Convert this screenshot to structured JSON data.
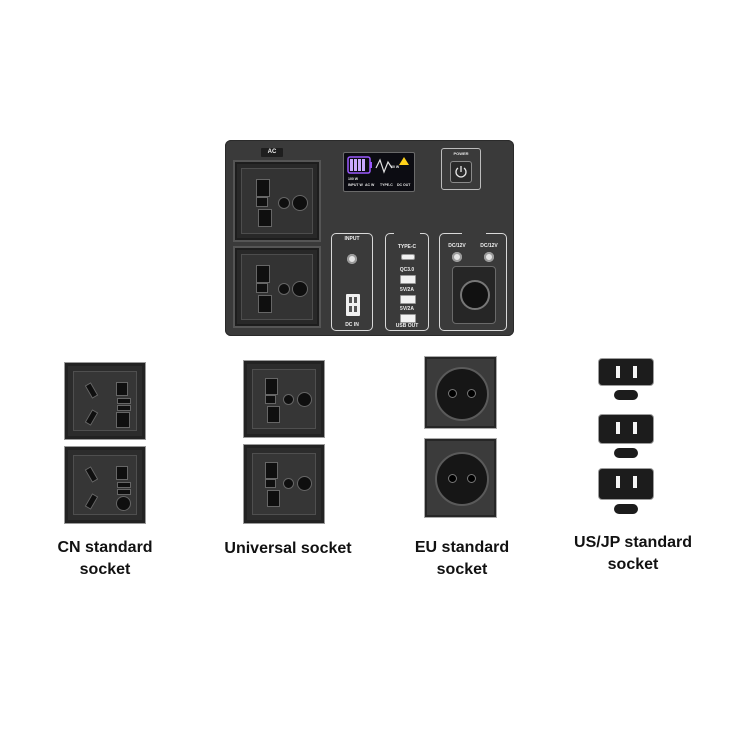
{
  "panel": {
    "ac_label": "AC",
    "power_label": "POWER",
    "input_label": "INPUT",
    "dc_in_label": "DC IN",
    "type_c_label": "TYPE-C",
    "qc_label": "QC3.0",
    "usb_5v_label_1": "5V/2A",
    "usb_5v_label_2": "5V/2A",
    "usb_out_label": "USB OUT",
    "dc12v_label_1": "DC/12V",
    "dc12v_label_2": "DC/12V",
    "screen": {
      "row1": "100 W",
      "row1b": "60 W",
      "row2": [
        "INPUT W",
        "AC W",
        "TYPE-C",
        "DC OUT"
      ],
      "battery_color": "#9b59ff",
      "wave_color": "#e0e0e0",
      "warn_color": "#ffd21a"
    }
  },
  "captions": {
    "cn": "CN standard socket",
    "universal": "Universal socket",
    "eu": "EU standard socket",
    "usjp": "US/JP standard socket"
  }
}
